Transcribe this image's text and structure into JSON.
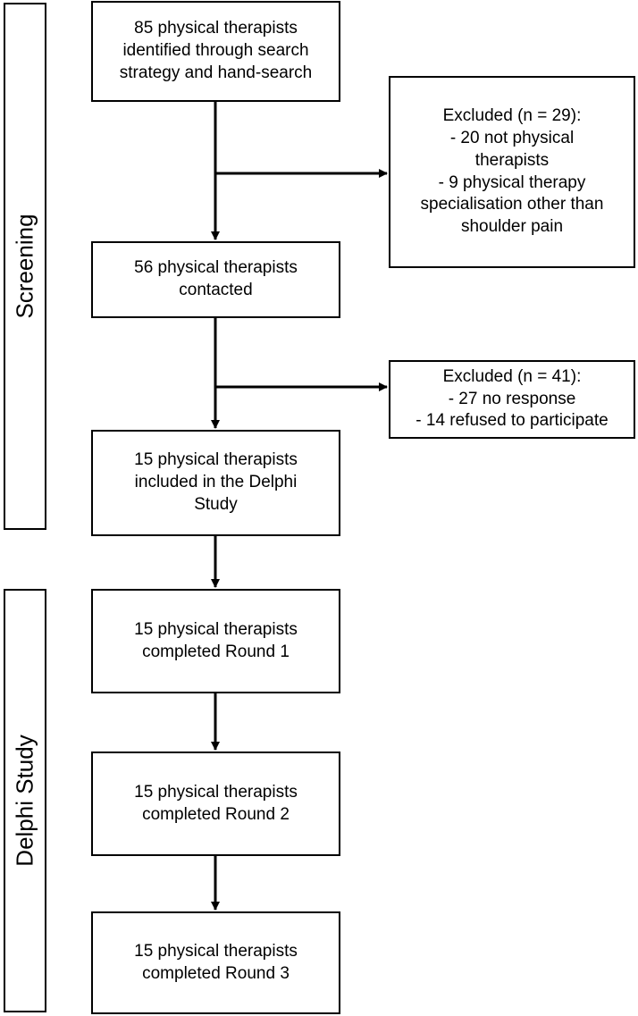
{
  "phases": {
    "screening": "Screening",
    "delphi": "Delphi Study"
  },
  "boxes": {
    "identified": [
      "85 physical therapists",
      "identified through search",
      "strategy and hand-search"
    ],
    "contacted": [
      "56 physical therapists",
      "contacted"
    ],
    "included": [
      "15 physical therapists",
      "included in the Delphi",
      "Study"
    ],
    "round1": [
      "15 physical therapists",
      "completed Round 1"
    ],
    "round2": [
      "15 physical therapists",
      "completed Round 2"
    ],
    "round3": [
      "15 physical therapists",
      "completed Round 3"
    ]
  },
  "exclusions": {
    "first": [
      "Excluded (n = 29):",
      "- 20 not physical",
      "therapists",
      "- 9 physical therapy",
      "specialisation other than",
      "shoulder pain"
    ],
    "second": [
      "Excluded (n = 41):",
      "- 27 no response",
      "- 14 refused to participate"
    ]
  }
}
